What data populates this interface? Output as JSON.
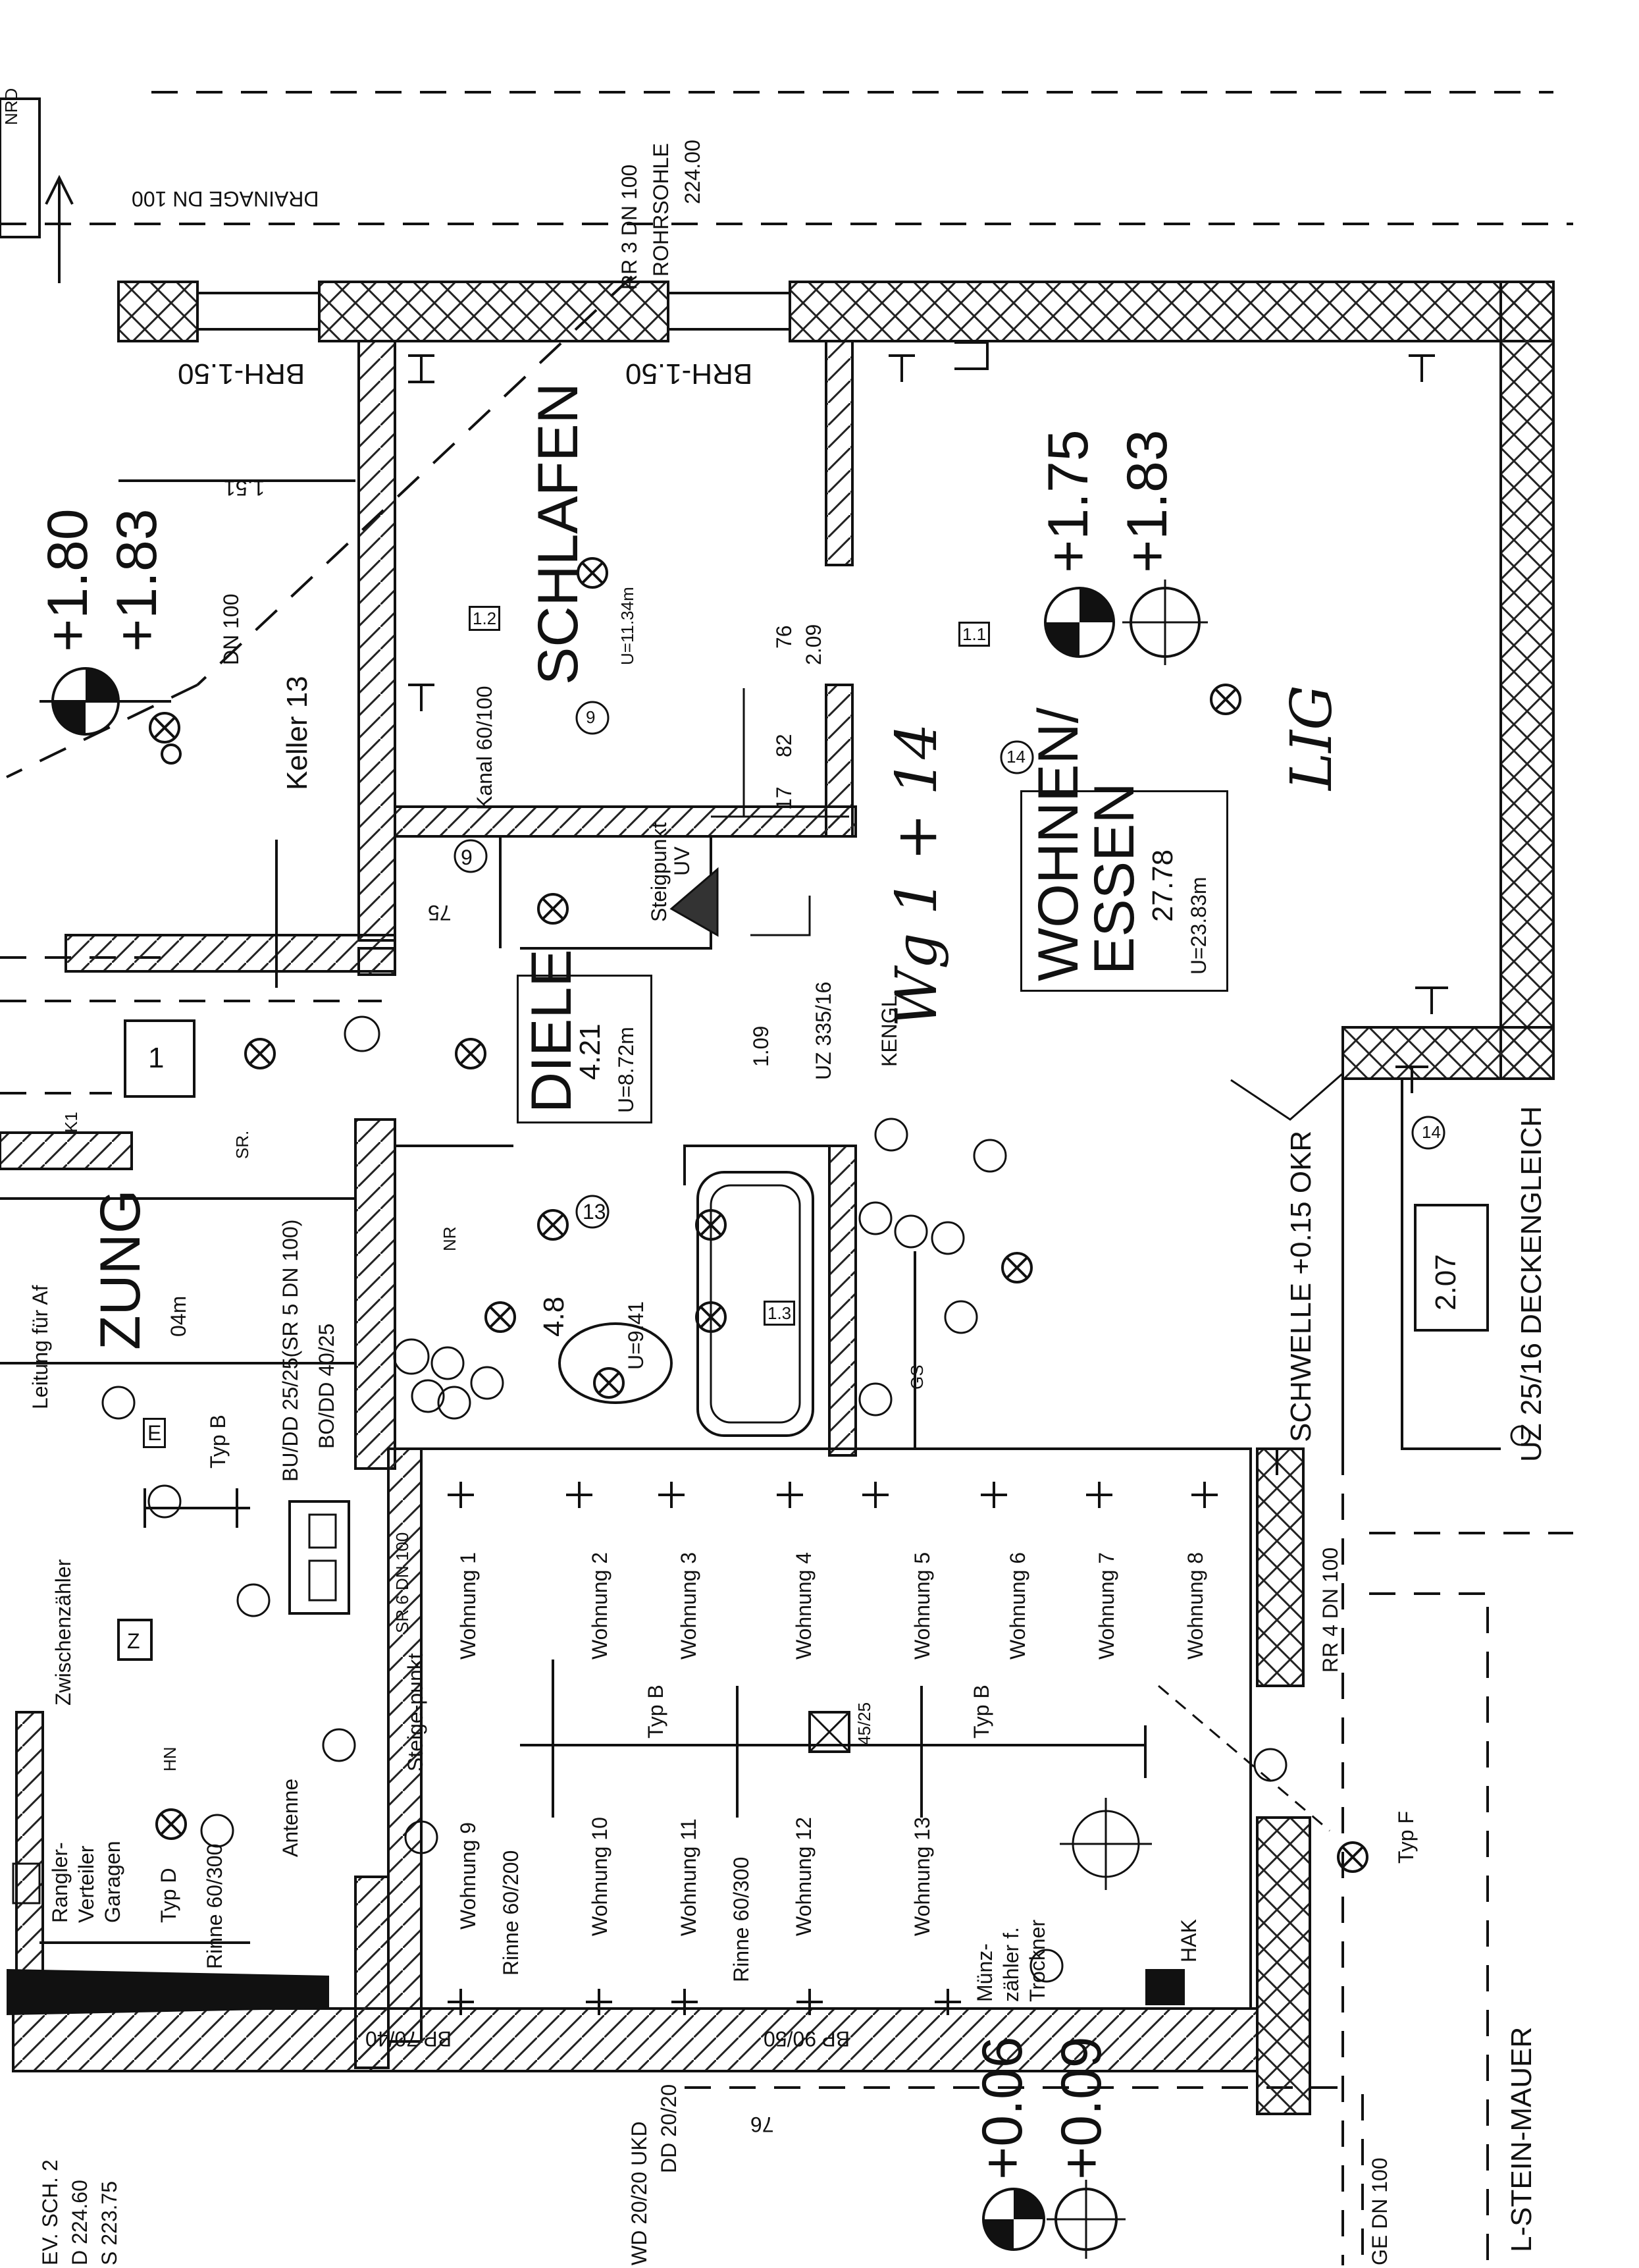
{
  "title_block": {},
  "drainage": {
    "label": "DRAINAGE DN 100",
    "pipe_note_1": "RR 3 DN 100",
    "pipe_note_2": "ROHRSOHLE",
    "pipe_note_3": "224.00"
  },
  "corner_top_left": "NRD",
  "rooms": {
    "schlafen": {
      "name": "SCHLAFEN",
      "area_note": "U=11.34m",
      "tag": "1.2",
      "num": "9",
      "brh": "BRH-1.50"
    },
    "keller": {
      "name": "Keller 13",
      "brh": "BRH-1.50",
      "dim": "1.51",
      "pipe": "DN 100"
    },
    "wohnen": {
      "name_1": "WOHNEN/",
      "name_2": "ESSEN",
      "area": "27.78",
      "perimeter": "U=23.83m",
      "tag": "1.1",
      "num": "14",
      "level_1": "+1.75",
      "level_2": "+1.83"
    },
    "diele": {
      "name": "DIELE",
      "area": "4.21",
      "perimeter": "U=8.72m",
      "num": "9"
    },
    "bad": {
      "area": "4.8",
      "perimeter": "U=9.41",
      "num": "13",
      "tag": "1.3"
    },
    "keller_level": {
      "level_1": "+1.80",
      "level_2": "+1.83"
    },
    "bottom_level": {
      "level_1": "+0.06",
      "level_2": "+0.09"
    }
  },
  "annotations": {
    "kanal": "Kanal 60/100",
    "steigpunkt": "Steigpunkt",
    "uv": "UV",
    "dims_a": "76",
    "dims_b": "2.09",
    "dims_c": "82",
    "dims_d": "17",
    "dim_75": "75",
    "dim_109": "1.09",
    "uz_note": "UZ 335/16",
    "kengl": "KENGL.",
    "schwelle": "SCHWELLE +0.15 OKR",
    "uz2516": "UZ 25/16 DECKENGLEICH",
    "area_207": "2.07",
    "num_14b": "14",
    "hand_1": "Wg 1 + 14",
    "hand_2": "LIG",
    "k1": "K1",
    "sr": "SR.",
    "nr": "NR",
    "gs": "GS",
    "room_1": "1"
  },
  "heizung": {
    "leitung": "Leitung für Af",
    "zung": "ZUNG",
    "area": "04m",
    "typ_b": "Typ B",
    "bu_1": "BU/DD 25/25(SR 5 DN 100)",
    "bu_2": "BO/DD 40/25",
    "sr_dn": "SR 6 DN 100",
    "zwischen": "Zwischenzähler",
    "z": "Z",
    "steigpunkt2": "Steige-punkt",
    "antenne": "Antenne",
    "hn": "HN",
    "rangler_1": "Rangler-",
    "rangler_2": "Verteiler",
    "rangler_3": "Garagen",
    "typ_d": "Typ D",
    "rinne_1": "Rinne 60/300",
    "e": "E"
  },
  "wohnungen": [
    "Wohnung 1",
    "Wohnung 2",
    "Wohnung 3",
    "Wohnung 4",
    "Wohnung 5",
    "Wohnung 6",
    "Wohnung 7",
    "Wohnung 8",
    "Wohnung 9",
    "Wohnung 10",
    "Wohnung 11",
    "Wohnung 12",
    "Wohnung 13"
  ],
  "keller_south": {
    "typ_b1": "Typ B",
    "typ_b2": "Typ B",
    "typ_f": "Typ F",
    "rinne_2": "Rinne 60/200",
    "rinne_3": "Rinne 60/300",
    "muenz_1": "Münz-",
    "muenz_2": "zähler f.",
    "muenz_3": "Trockner",
    "hak": "HAK",
    "vent": "45/25",
    "rr4": "RR 4 DN 100",
    "bp1": "BP 70/40",
    "bp2": "BP 90/50",
    "wd_1": "WD 20/20 UKD",
    "wd_2": "DD 20/20",
    "dim_76": "76",
    "steinmauer": "L-STEIN-MAUER",
    "bottom_dn": "GE DN 100",
    "ev_1": "EV. SCH. 2",
    "ev_2": "D 224.60",
    "ev_3": "S 223.75"
  },
  "colors": {
    "ink": "#111111",
    "paper": "#ffffff",
    "hatch": "#222222"
  }
}
